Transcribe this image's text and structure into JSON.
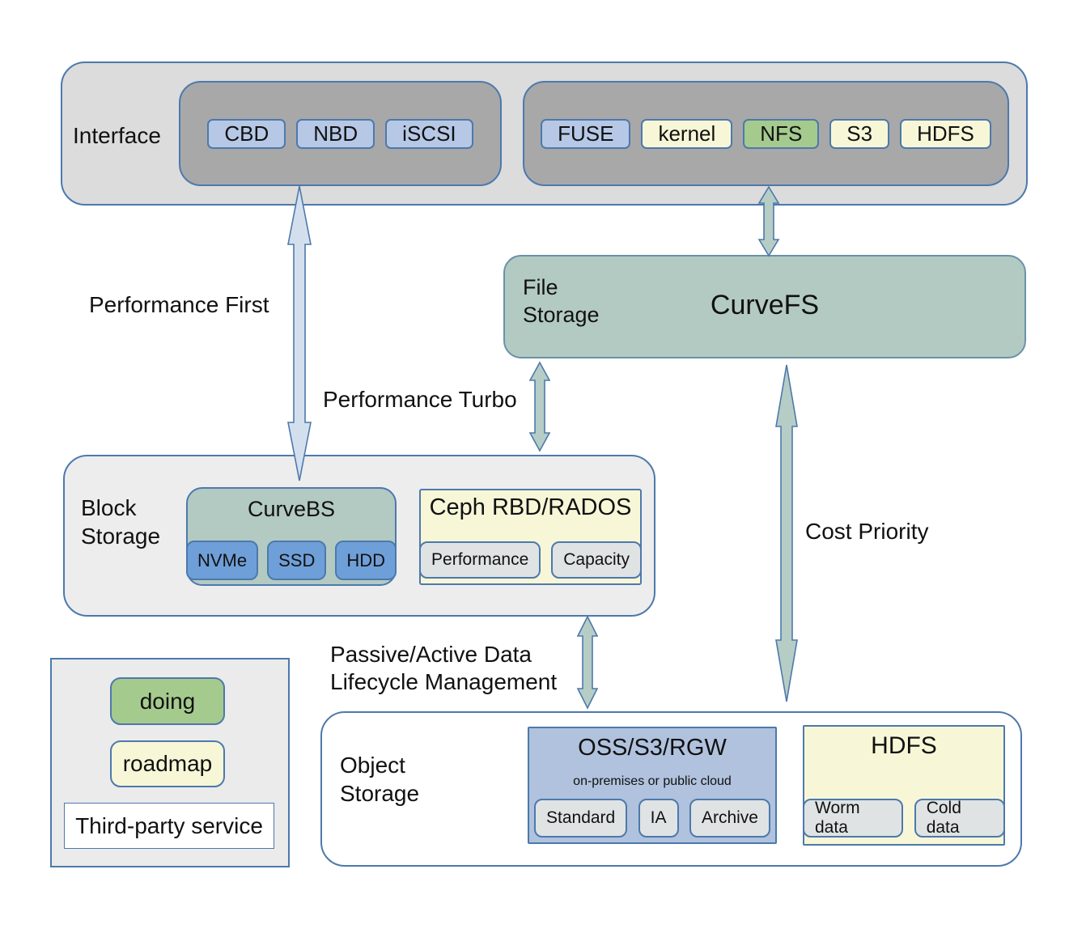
{
  "colors": {
    "canvas-bg": "#ffffff",
    "outer-gray": "#dcdcdd",
    "inner-dark": "#a8a8a9",
    "light-gray-box": "#ededee",
    "legend-bg": "#ebebec",
    "teal-box": "#b3cac3",
    "steel-box": "#b0c2dd",
    "chip-blue": "#b6c8e5",
    "chip-yellow": "#f7f7d8",
    "chip-green": "#a5ca8e",
    "chip-gray": "#dfe3e4",
    "chip-deepblue": "#6f9fd8",
    "border-blue": "#4d79ab",
    "border-teal": "#6a92a8",
    "arrow-blue-fill": "#d4dfee",
    "arrow-teal-fill": "#b6cdc6"
  },
  "interface": {
    "label": "Interface",
    "block_group": {
      "chips": [
        {
          "label": "CBD",
          "style": "blue"
        },
        {
          "label": "NBD",
          "style": "blue"
        },
        {
          "label": "iSCSI",
          "style": "blue"
        }
      ]
    },
    "file_group": {
      "chips": [
        {
          "label": "FUSE",
          "style": "blue"
        },
        {
          "label": "kernel",
          "style": "yellow"
        },
        {
          "label": "NFS",
          "style": "green"
        },
        {
          "label": "S3",
          "style": "yellow"
        },
        {
          "label": "HDFS",
          "style": "yellow"
        }
      ]
    }
  },
  "relations": {
    "performance_first": "Performance First",
    "performance_turbo": "Performance Turbo",
    "cost_priority": "Cost Priority",
    "lifecycle": "Passive/Active Data Lifecycle Management"
  },
  "file_storage": {
    "label": "File Storage",
    "product": "CurveFS"
  },
  "block_storage": {
    "label": "Block Storage",
    "curvebs": {
      "title": "CurveBS",
      "chips": [
        {
          "label": "NVMe"
        },
        {
          "label": "SSD"
        },
        {
          "label": "HDD"
        }
      ]
    },
    "ceph": {
      "title": "Ceph RBD/RADOS",
      "chips": [
        {
          "label": "Performance"
        },
        {
          "label": "Capacity"
        }
      ]
    }
  },
  "object_storage": {
    "label": "Object Storage",
    "oss": {
      "title": "OSS/S3/RGW",
      "subtitle": "on-premises or public cloud",
      "chips": [
        {
          "label": "Standard"
        },
        {
          "label": "IA"
        },
        {
          "label": "Archive"
        }
      ]
    },
    "hdfs": {
      "title": "HDFS",
      "chips": [
        {
          "label": "Worm data"
        },
        {
          "label": "Cold data"
        }
      ]
    }
  },
  "legend": {
    "doing": "doing",
    "roadmap": "roadmap",
    "third_party": "Third-party service"
  }
}
